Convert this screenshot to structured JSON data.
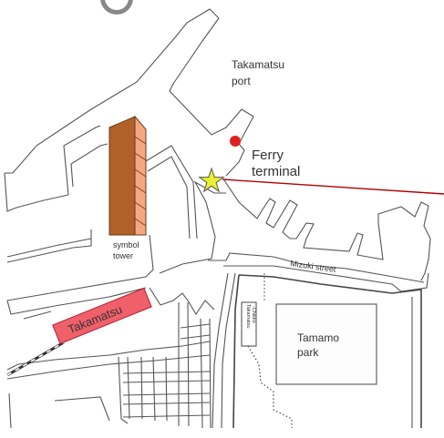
{
  "map": {
    "labels": {
      "port_line1": "Takamatsu",
      "port_line2": "port",
      "ferry_line1": "Ferry",
      "ferry_line2": "terminal",
      "tower_line1": "symbol",
      "tower_line2": "tower",
      "street": "Mizuki street",
      "station": "Takamatsu",
      "park_line1": "Tamamo",
      "park_line2": "park",
      "castle_line1": "Takamatsu",
      "castle_line2": "-Chikko"
    },
    "colors": {
      "station_fill": "#f0606a",
      "tower_dark": "#b0602a",
      "tower_light": "#f4a882",
      "star": "#e8f030",
      "port_dot": "#e02020",
      "route_line": "#b00000"
    },
    "icons": {
      "terminal_marker": "star-icon",
      "port_marker": "red-dot-icon",
      "top_marker": "circle-logo-icon"
    }
  }
}
